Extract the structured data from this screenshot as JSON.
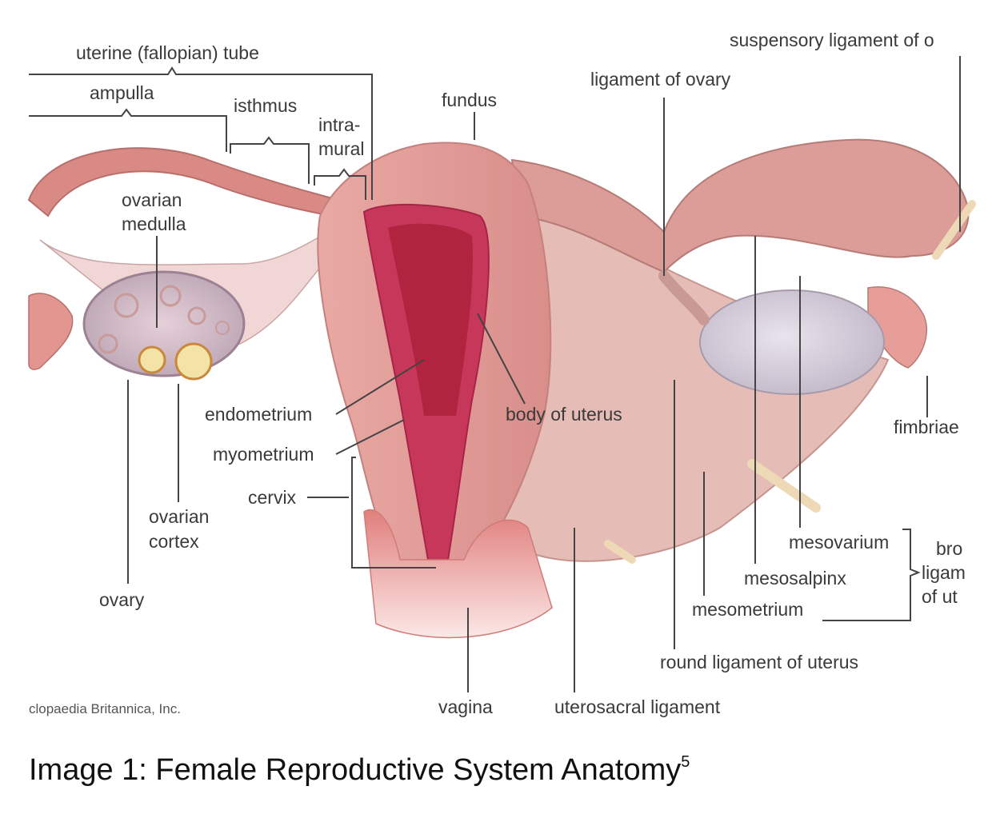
{
  "labels": {
    "uterine_tube": "uterine (fallopian) tube",
    "ampulla": "ampulla",
    "isthmus": "isthmus",
    "intramural_1": "intra-",
    "intramural_2": "mural",
    "fundus": "fundus",
    "ligament_of_ovary": "ligament of ovary",
    "suspensory_ligament": "suspensory ligament of o",
    "ovarian_medulla_1": "ovarian",
    "ovarian_medulla_2": "medulla",
    "endometrium": "endometrium",
    "myometrium": "myometrium",
    "cervix": "cervix",
    "body_of_uterus": "body of uterus",
    "fimbriae": "fimbriae",
    "ovarian_cortex_1": "ovarian",
    "ovarian_cortex_2": "cortex",
    "ovary": "ovary",
    "mesovarium": "mesovarium",
    "mesosalpinx": "mesosalpinx",
    "mesometrium": "mesometrium",
    "broad_ligament_1": "bro",
    "broad_ligament_2": "ligam",
    "broad_ligament_3": "of ut",
    "round_ligament": "round ligament of uterus",
    "vagina": "vagina",
    "uterosacral_ligament": "uterosacral ligament",
    "credit": "clopaedia Britannica, Inc."
  },
  "caption": {
    "text": "Image 1: Female Reproductive System Anatomy",
    "superscript": "5"
  }
}
